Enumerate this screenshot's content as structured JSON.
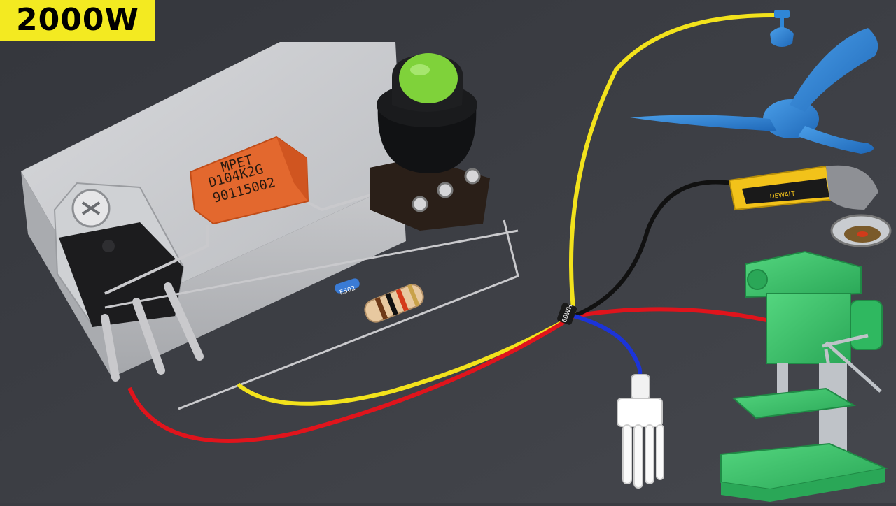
{
  "badge": {
    "text": "2000W",
    "bg": "#f3ea21"
  },
  "capacitor": {
    "lines": [
      "MPET",
      "D104K2G",
      "90115002"
    ]
  },
  "diode": {
    "label": "E502"
  },
  "junction": {
    "label": "60WH"
  },
  "grinder": {
    "label": "DEWALT"
  },
  "colors": {
    "wire_yellow": "#f2e21c",
    "wire_red": "#e0141c",
    "wire_black": "#111111",
    "wire_blue": "#1c34d8",
    "fan": "#2f86d6",
    "drill_press": "#39c36a",
    "knob_cap": "#7fd23a",
    "capacitor": "#e3682e"
  }
}
